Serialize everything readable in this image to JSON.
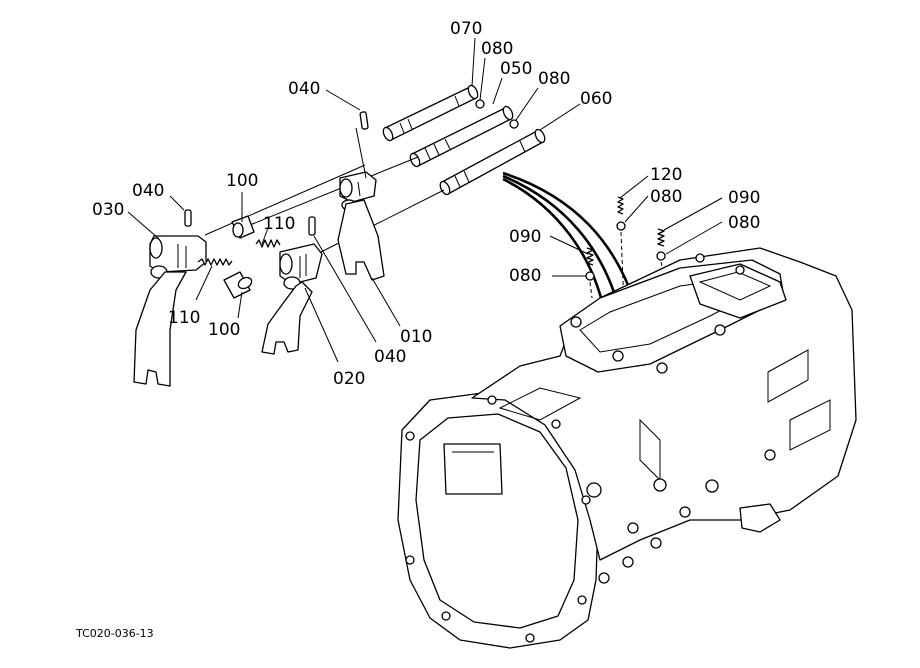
{
  "callouts": {
    "c070": "070",
    "c080a": "080",
    "c050": "050",
    "c080b": "080",
    "c060": "060",
    "c040_top": "040",
    "c040_left": "040",
    "c030": "030",
    "c100_top": "100",
    "c110_mid": "110",
    "c110_low": "110",
    "c100_low": "100",
    "c020": "020",
    "c040_low": "040",
    "c010": "010",
    "c120": "120",
    "c080c": "080",
    "c090a": "090",
    "c080d": "080",
    "c090b": "090",
    "c080e": "080"
  },
  "figure_code": "TC020-036-13",
  "icons": [
    "shift-rod",
    "shift-fork",
    "shift-lever-arm",
    "spring",
    "steel-ball",
    "spring-pin",
    "transmission-case"
  ]
}
